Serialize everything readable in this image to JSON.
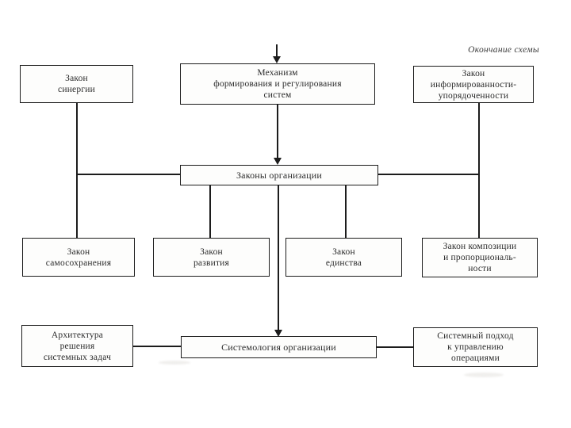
{
  "note": {
    "label": "Окончание схемы"
  },
  "boxes": {
    "sinergii": "Закон\nсинергии",
    "mekhanizm": "Механизм\nформирования и регулирования\nсистем",
    "informirovannosti": "Закон\nинформированности-\nупорядоченности",
    "zakony_organizatsii": "Законы организации",
    "samosokhraneniya": "Закон\nсамосохранения",
    "razvitiya": "Закон\nразвития",
    "edinstva": "Закон\nединства",
    "kompozitsii": "Закон композиции\nи пропорциональ-\nности",
    "arkhitektura": "Архитектура\nрешения\nсистемных задач",
    "sistemologiya": "Системология организации",
    "sistemnyy_podkhod": "Системный подход\nк управлению\nоперациями"
  },
  "colors": {
    "line": "#1c1c1c",
    "text": "#2b2b2b",
    "background": "#ffffff"
  }
}
